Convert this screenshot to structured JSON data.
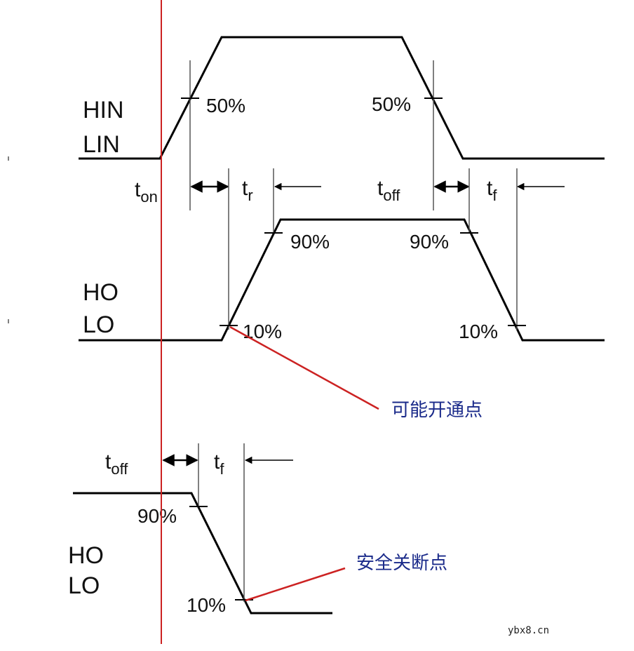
{
  "colors": {
    "waveform": "#000000",
    "marker_line": "#cc2222",
    "annotation_text": "#1a2a8a",
    "background": "#ffffff"
  },
  "signals": {
    "top": {
      "line1": "HIN",
      "line2": "LIN"
    },
    "middle": {
      "line1": "HO",
      "line2": "LO"
    },
    "bottom": {
      "line1": "HO",
      "line2": "LO"
    }
  },
  "percent_labels": {
    "top_rise": "50%",
    "top_fall": "50%",
    "mid_rise_90": "90%",
    "mid_fall_90": "90%",
    "mid_rise_10": "10%",
    "mid_fall_10": "10%",
    "bottom_90": "90%",
    "bottom_10": "10%"
  },
  "timing": {
    "t_on": {
      "base": "t",
      "sub": "on"
    },
    "t_r": {
      "base": "t",
      "sub": "r"
    },
    "t_off_top": {
      "base": "t",
      "sub": "off"
    },
    "t_f_top": {
      "base": "t",
      "sub": "f"
    },
    "t_off_bottom": {
      "base": "t",
      "sub": "off"
    },
    "t_f_bottom": {
      "base": "t",
      "sub": "f"
    }
  },
  "annotations": {
    "possible_turn_on": "可能开通点",
    "safe_turn_off": "安全关断点"
  },
  "watermark": "ybx8.cn"
}
